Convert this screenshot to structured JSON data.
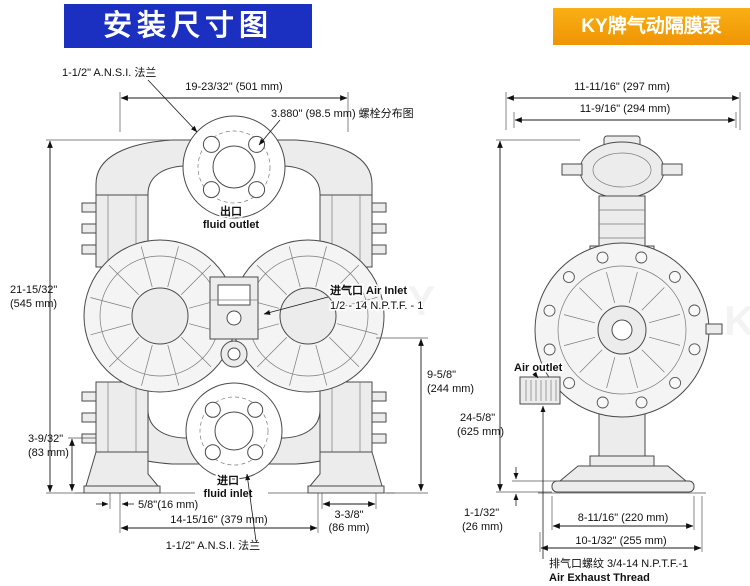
{
  "header": {
    "title": "安装尺寸图",
    "product": "KY牌气动隔膜泵"
  },
  "colors": {
    "title_bg": "#1b2fc0",
    "brand_bg_top": "#f9b013",
    "brand_bg_bottom": "#ef9406"
  },
  "watermark": "K Y K Y",
  "front_view": {
    "top_flange_label": "1-1/2\" A.N.S.I. 法兰",
    "overall_width": "19-23/32\" (501 mm)",
    "bolt_circle_label": "3.880\" (98.5 mm) 螺栓分布图",
    "outlet_cn": "出口",
    "outlet_en": "fluid outlet",
    "overall_height_in": "21-15/32\"",
    "overall_height_mm": "(545 mm)",
    "air_inlet_line1": "进气口 Air Inlet",
    "air_inlet_line2": "1/2 - 14 N.P.T.F. - 1",
    "inlet_height_in": "9-5/8\"",
    "inlet_height_mm": "(244 mm)",
    "base_height_in": "3-9/32\"",
    "base_height_mm": "(83 mm)",
    "inlet_cn": "进口",
    "inlet_en": "fluid inlet",
    "foot_offset": "5/8\"(16 mm)",
    "foot_width_in": "3-3/8\"",
    "foot_width_mm": "(86 mm)",
    "bolt_span": "14-15/16\" (379 mm)",
    "bottom_flange_label": "1-1/2\" A.N.S.I. 法兰"
  },
  "side_view": {
    "overall_depth1": "11-11/16\" (297 mm)",
    "overall_depth2": "11-9/16\" (294 mm)",
    "air_outlet_label": "Air outlet",
    "overall_height_in": "24-5/8\"",
    "overall_height_mm": "(625 mm)",
    "foot_thickness_in": "1-1/32\"",
    "foot_thickness_mm": "(26 mm)",
    "foot_span": "8-11/16\" (220 mm)",
    "base_span": "10-1/32\" (255 mm)",
    "exhaust_line1": "排气口螺纹 3/4-14 N.P.T.F.-1",
    "exhaust_line2": "Air Exhaust Thread"
  }
}
